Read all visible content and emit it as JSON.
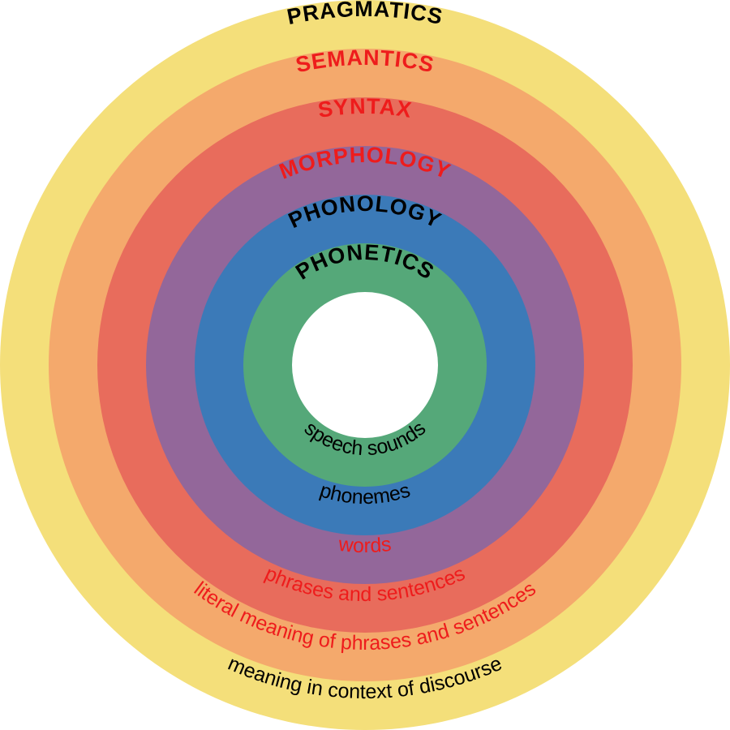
{
  "center_color": "#ffffff",
  "rings": [
    {
      "id": "pragmatics",
      "title": "PRAGMATICS",
      "description": "meaning in context of discourse",
      "fill": "#f4df7a",
      "title_color": "#000000",
      "desc_color": "#000000"
    },
    {
      "id": "semantics",
      "title": "SEMANTICS",
      "description": "literal meaning of phrases and sentences",
      "fill": "#f4a96c",
      "title_color": "#ee1c1c",
      "desc_color": "#ee1c1c"
    },
    {
      "id": "syntax",
      "title": "SYNTAX",
      "description": "phrases and sentences",
      "fill": "#e86c5c",
      "title_color": "#ee1c1c",
      "desc_color": "#ee1c1c"
    },
    {
      "id": "morphology",
      "title": "MORPHOLOGY",
      "description": "words",
      "fill": "#93679a",
      "title_color": "#ee1c1c",
      "desc_color": "#ee1c1c"
    },
    {
      "id": "phonology",
      "title": "PHONOLOGY",
      "description": "phonemes",
      "fill": "#3b7ab8",
      "title_color": "#000000",
      "desc_color": "#000000"
    },
    {
      "id": "phonetics",
      "title": "PHONETICS",
      "description": "speech sounds",
      "fill": "#55a879",
      "title_color": "#000000",
      "desc_color": "#000000"
    }
  ]
}
